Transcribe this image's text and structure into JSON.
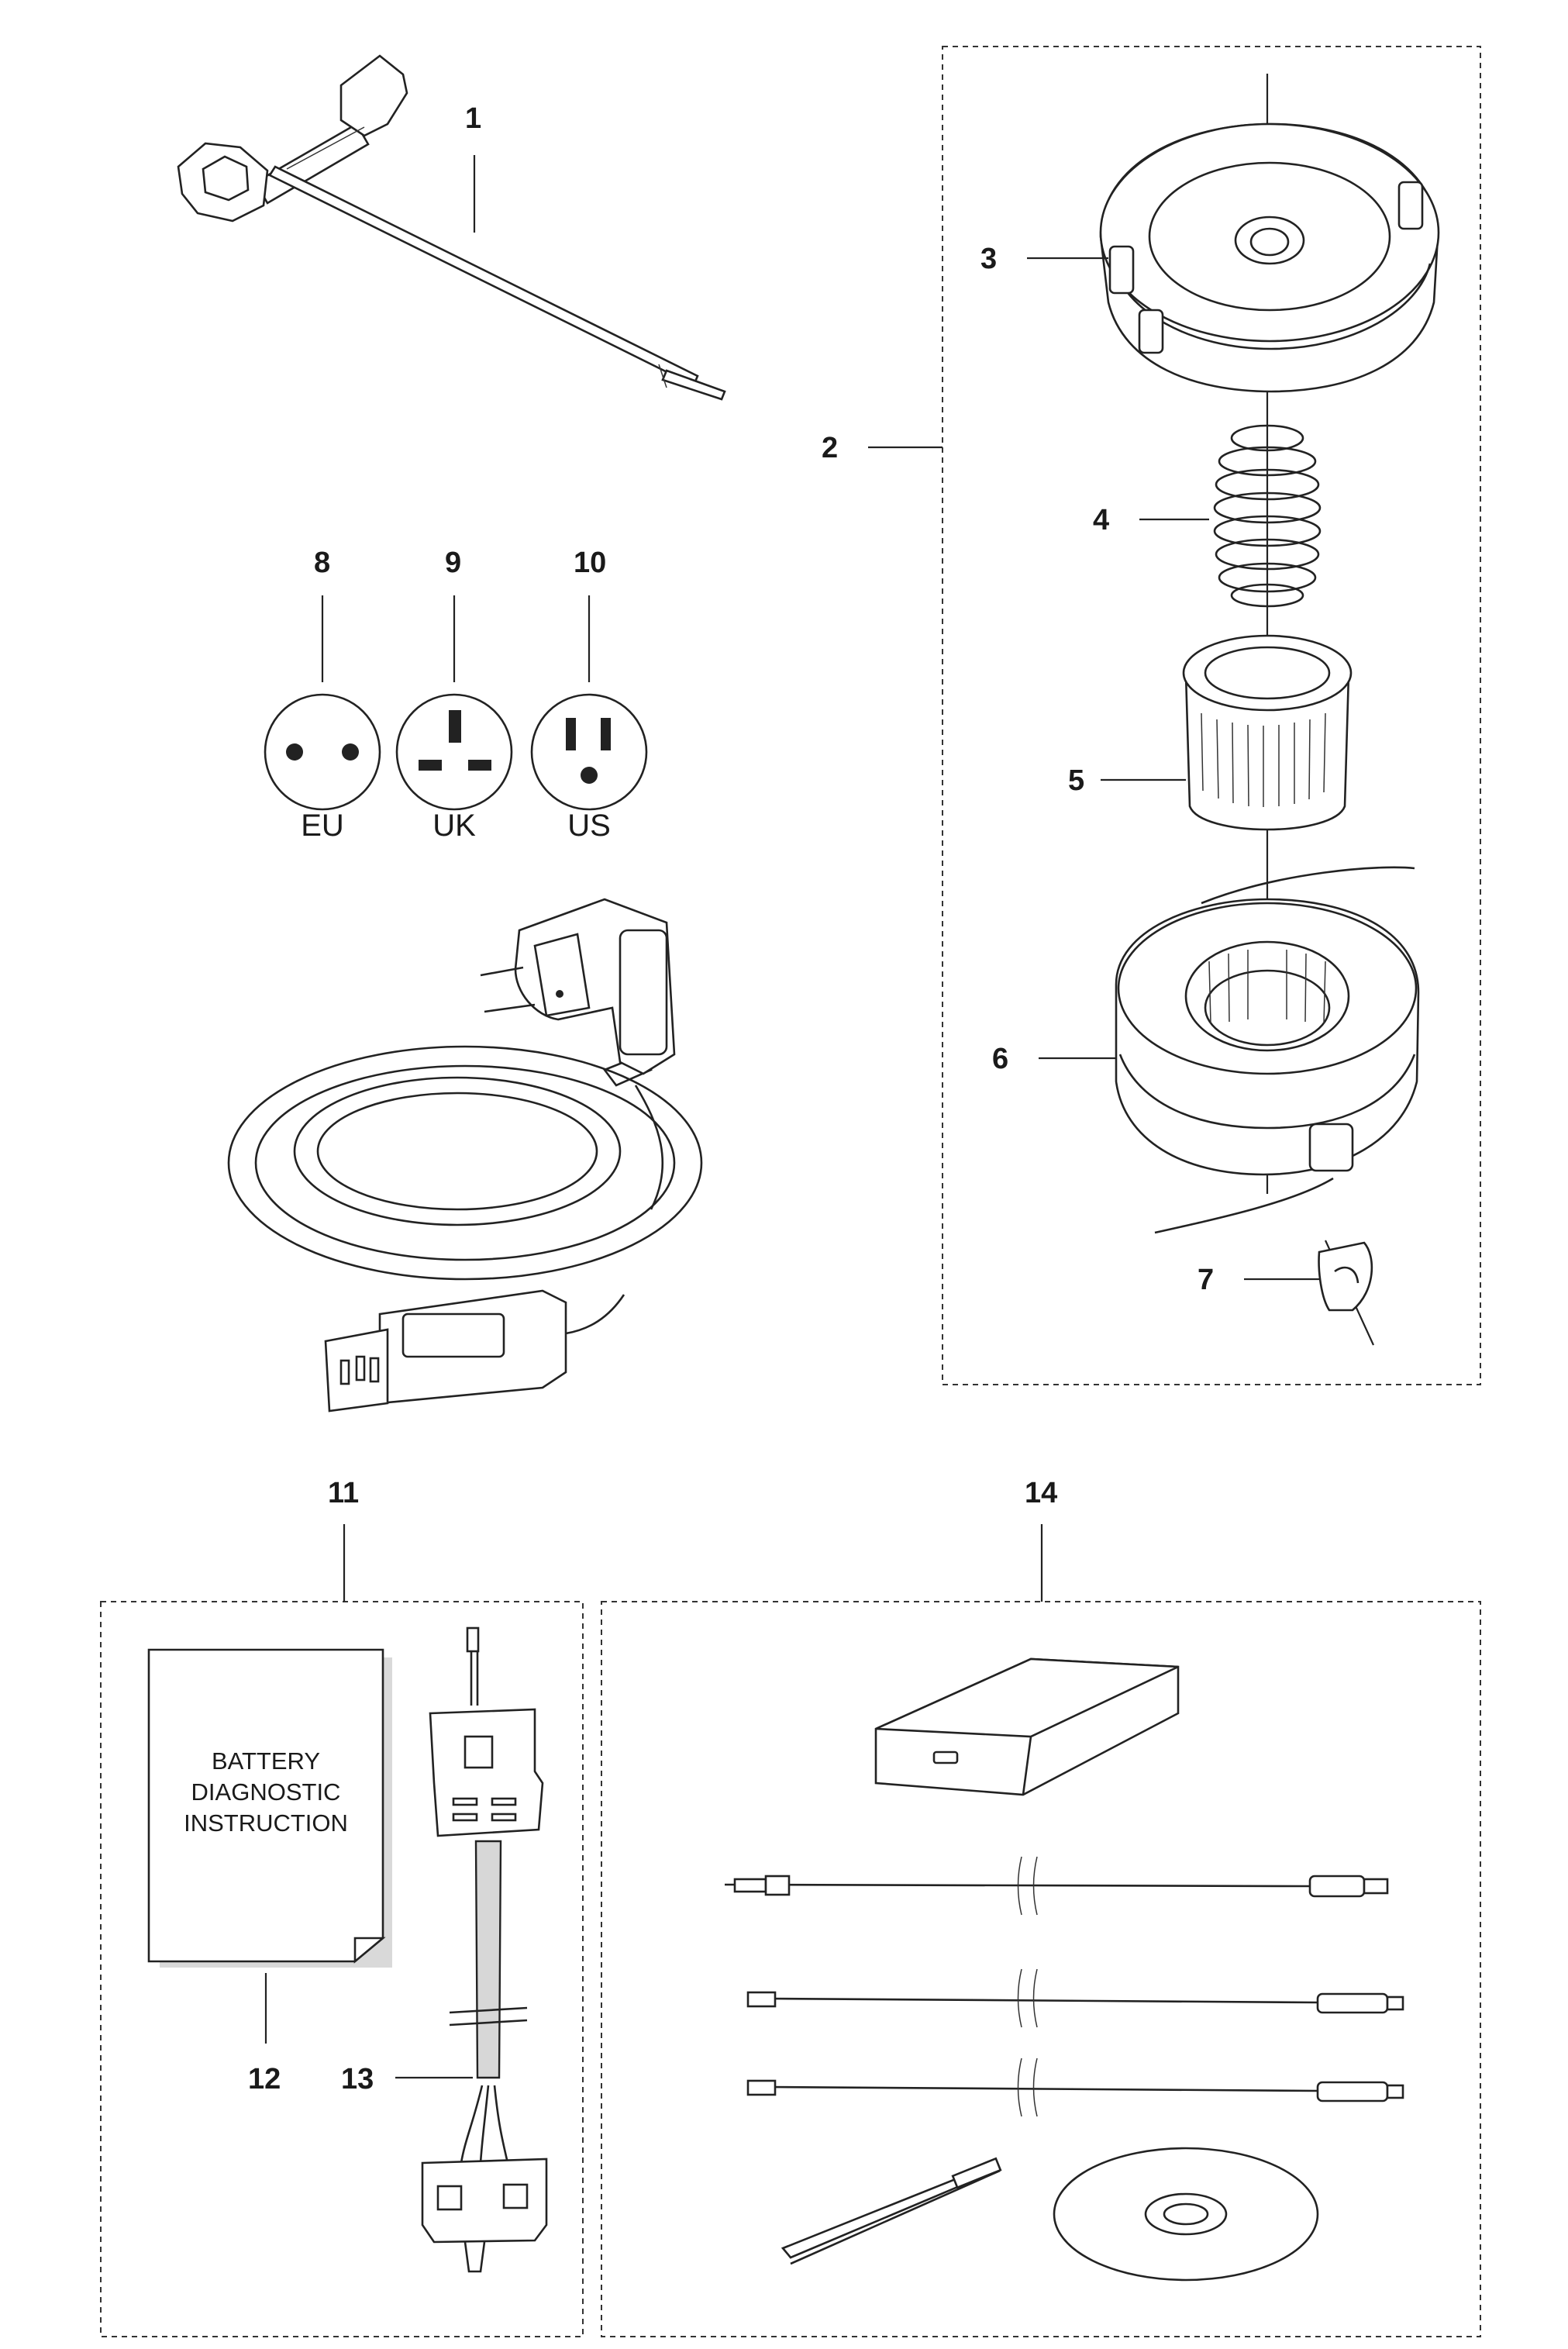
{
  "callouts": {
    "c1": "1",
    "c2": "2",
    "c3": "3",
    "c4": "4",
    "c5": "5",
    "c6": "6",
    "c7": "7",
    "c8": "8",
    "c9": "9",
    "c10": "10",
    "c11": "11",
    "c12": "12",
    "c13": "13",
    "c14": "14"
  },
  "plugs": {
    "eu": "EU",
    "uk": "UK",
    "us": "US"
  },
  "manual": {
    "line1": "BATTERY",
    "line2": "DIAGNOSTIC",
    "line3": "INSTRUCTION"
  }
}
